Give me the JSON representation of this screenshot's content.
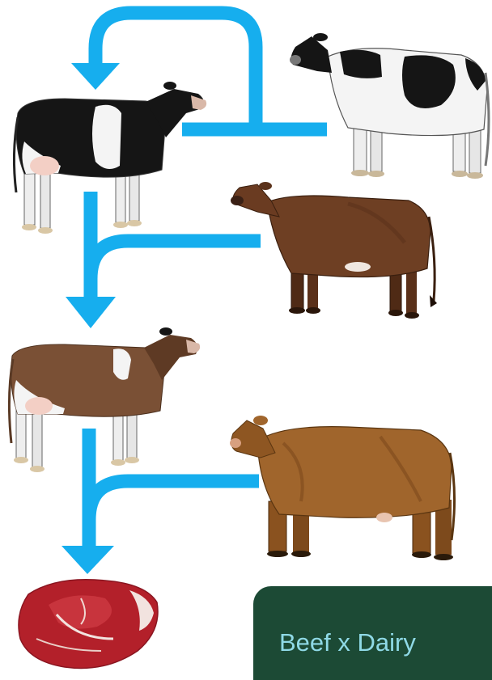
{
  "label": "Beef x Dairy",
  "colors": {
    "arrow": "#16aeee",
    "label_background": "#1c4a35",
    "label_text": "#8fd9e6",
    "holstein_black": "#151515",
    "holstein_white": "#f4f4f4",
    "red_breed": "#6e3f23",
    "crossbred_brown": "#7a5035",
    "beef_bull": "#a0652c",
    "meat_red": "#b3202a",
    "fat_white": "#f2e3df"
  },
  "nodes": [
    {
      "id": "holstein-cow",
      "icon": "holstein-cow-icon"
    },
    {
      "id": "holstein-bull",
      "icon": "holstein-bull-icon"
    },
    {
      "id": "red-dairy-bull",
      "icon": "red-dairy-bull-icon"
    },
    {
      "id": "crossbred-cow",
      "icon": "crossbred-cow-icon"
    },
    {
      "id": "beef-bull",
      "icon": "beef-bull-icon"
    },
    {
      "id": "beef-steak",
      "icon": "steak-icon"
    }
  ]
}
